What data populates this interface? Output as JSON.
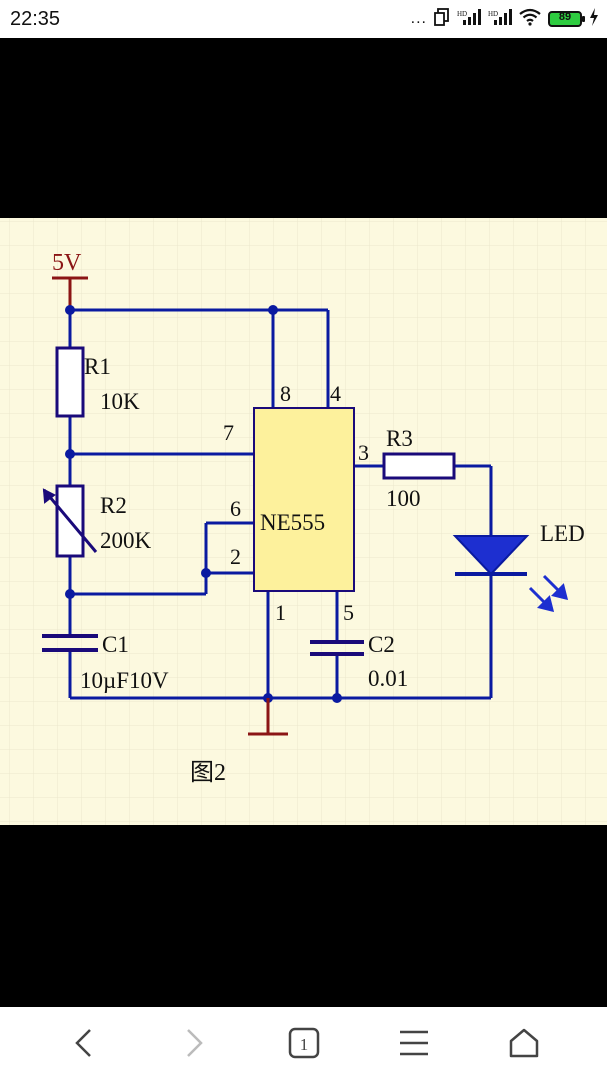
{
  "status": {
    "time": "22:35",
    "battery": "89",
    "more": "..."
  },
  "schematic": {
    "supply": "5V",
    "r1": {
      "name": "R1",
      "value": "10K"
    },
    "r2": {
      "name": "R2",
      "value": "200K"
    },
    "r3": {
      "name": "R3",
      "value": "100"
    },
    "c1": {
      "name": "C1",
      "value": "10µF10V"
    },
    "c2": {
      "name": "C2",
      "value": "0.01"
    },
    "ic": {
      "name": "NE555",
      "pins": {
        "p1": "1",
        "p2": "2",
        "p3": "3",
        "p4": "4",
        "p5": "5",
        "p6": "6",
        "p7": "7",
        "p8": "8"
      }
    },
    "led": "LED",
    "caption": "图2"
  },
  "nav": {
    "tab_count": "1"
  },
  "colors": {
    "wire": "#0a1aa0",
    "power": "#8b1515",
    "component": "#1a0a7a",
    "ic_fill": "#fdf19c",
    "background": "#fcf9df",
    "grid": "#ebe7cc"
  }
}
